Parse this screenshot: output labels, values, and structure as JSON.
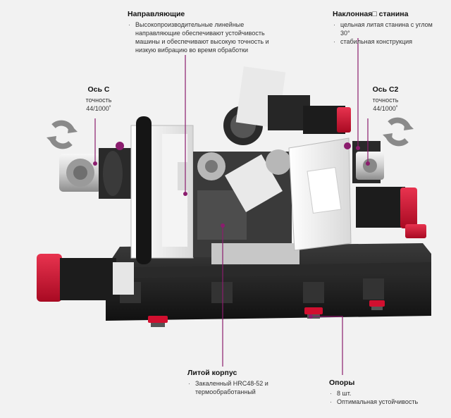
{
  "colors": {
    "leader": "#8b1d6e",
    "accent_red": "#d10f2f",
    "frame_dark": "#1b1b1b",
    "frame_white": "#ededed",
    "arrow_gray": "#8a8a8a"
  },
  "icons": {
    "axis_rotation_left": "rotate-arrows-icon",
    "axis_rotation_right": "rotate-arrows-icon"
  },
  "callouts": {
    "guideways": {
      "title": "Направляющие",
      "items": [
        "Высокопроизводительные линейные направляющие обеспечивают устойчивость машины и обеспечивают высокую точность и низкую вибрацию во время обработки"
      ]
    },
    "bed": {
      "title": "Наклонная□ станина",
      "items": [
        "цельная литая станина с углом 30°",
        "стабильная конструкция"
      ]
    },
    "axis_c": {
      "title": "Ось С",
      "items": [
        "точность",
        "44/1000˚"
      ]
    },
    "axis_c2": {
      "title": "Ось С2",
      "items": [
        "точность",
        "44/1000˚"
      ]
    },
    "cast_body": {
      "title": "Литой корпус",
      "items": [
        "Закаленный HRC48-52 и термообработанный"
      ]
    },
    "supports": {
      "title": "Опоры",
      "items": [
        "8 шт.",
        "Оптимальная устойчивость"
      ]
    }
  }
}
